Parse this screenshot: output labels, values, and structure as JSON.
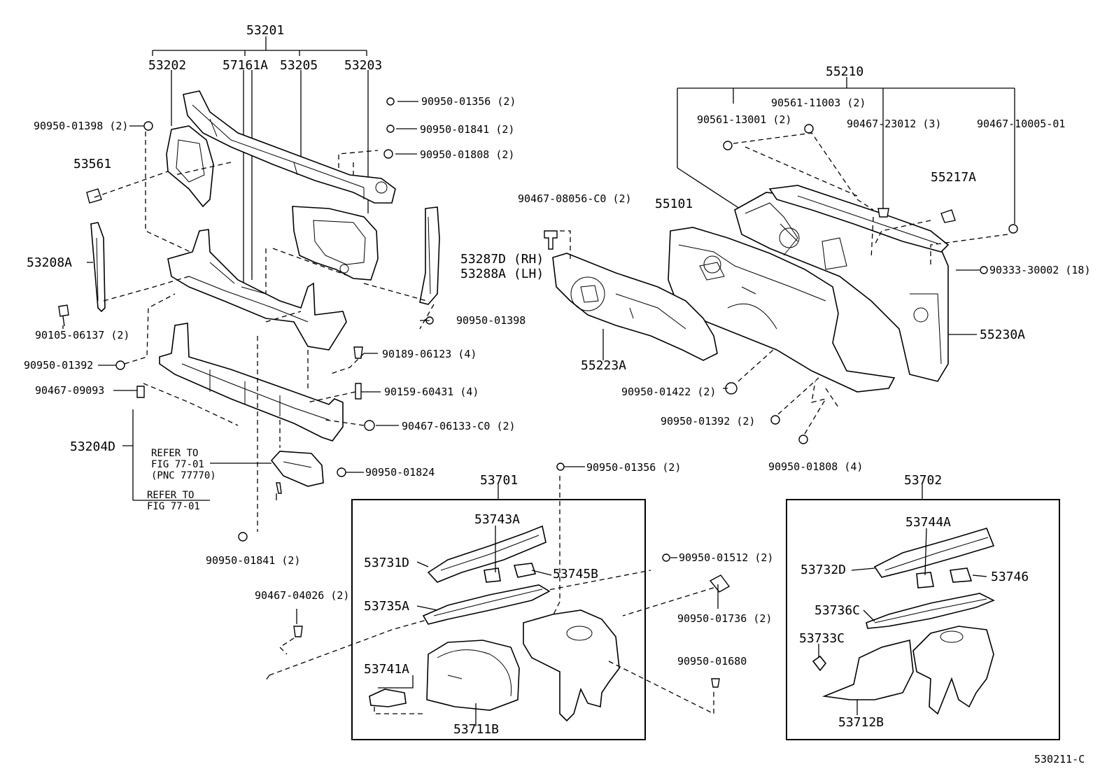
{
  "colors": {
    "ink": "#000000",
    "paper": "#ffffff"
  },
  "labels": {
    "p53201": "53201",
    "p53202": "53202",
    "p57161A": "57161A",
    "p53205": "53205",
    "p53203": "53203",
    "p90950_01356_2_top": "90950-01356 (2)",
    "p90950_01841_2_top": "90950-01841 (2)",
    "p90950_01808_2_top": "90950-01808 (2)",
    "p90950_01398_2": "90950-01398 (2)",
    "p53561": "53561",
    "p53208A": "53208A",
    "p90105_06137_2": "90105-06137 (2)",
    "p53287D": "53287D (RH)",
    "p53288A": "53288A (LH)",
    "p90950_01398": "90950-01398",
    "p90950_01392": "90950-01392",
    "p90189_06123_4": "90189-06123 (4)",
    "p90467_09093": "90467-09093",
    "p90159_60431_4": "90159-60431 (4)",
    "p90467_06133_C0_2": "90467-06133-C0 (2)",
    "p53204D": "53204D",
    "refer1_a": "REFER TO",
    "refer1_b": "FIG 77-01",
    "refer1_c": "(PNC 77770)",
    "refer2_a": "REFER TO",
    "refer2_b": "FIG 77-01",
    "p90950_01824": "90950-01824",
    "p90950_01841_2_bot": "90950-01841 (2)",
    "p90467_04026_2": "90467-04026 (2)",
    "p55210": "55210",
    "p90561_11003_2": "90561-11003 (2)",
    "p90561_13001_2": "90561-13001 (2)",
    "p90467_23012_3": "90467-23012 (3)",
    "p90467_10005_01": "90467-10005-01",
    "p90467_08056_C0_2": "90467-08056-C0 (2)",
    "p55101": "55101",
    "p55217A": "55217A",
    "p90333_30002_18": "90333-30002 (18)",
    "p55230A": "55230A",
    "p55223A": "55223A",
    "p90950_01422_2": "90950-01422 (2)",
    "p90950_01392_2": "90950-01392 (2)",
    "p90950_01808_4": "90950-01808 (4)",
    "p90950_01356_2_mid": "90950-01356 (2)",
    "p53701": "53701",
    "p53743A": "53743A",
    "p53731D": "53731D",
    "p53745B": "53745B",
    "p53735A": "53735A",
    "p53741A": "53741A",
    "p53711B": "53711B",
    "p90950_01512_2": "90950-01512 (2)",
    "p90950_01736_2": "90950-01736 (2)",
    "p90950_01680": "90950-01680",
    "p53702": "53702",
    "p53744A": "53744A",
    "p53732D": "53732D",
    "p53746": "53746",
    "p53736C": "53736C",
    "p53733C": "53733C",
    "p53712B": "53712B",
    "figure_code": "530211-C"
  }
}
